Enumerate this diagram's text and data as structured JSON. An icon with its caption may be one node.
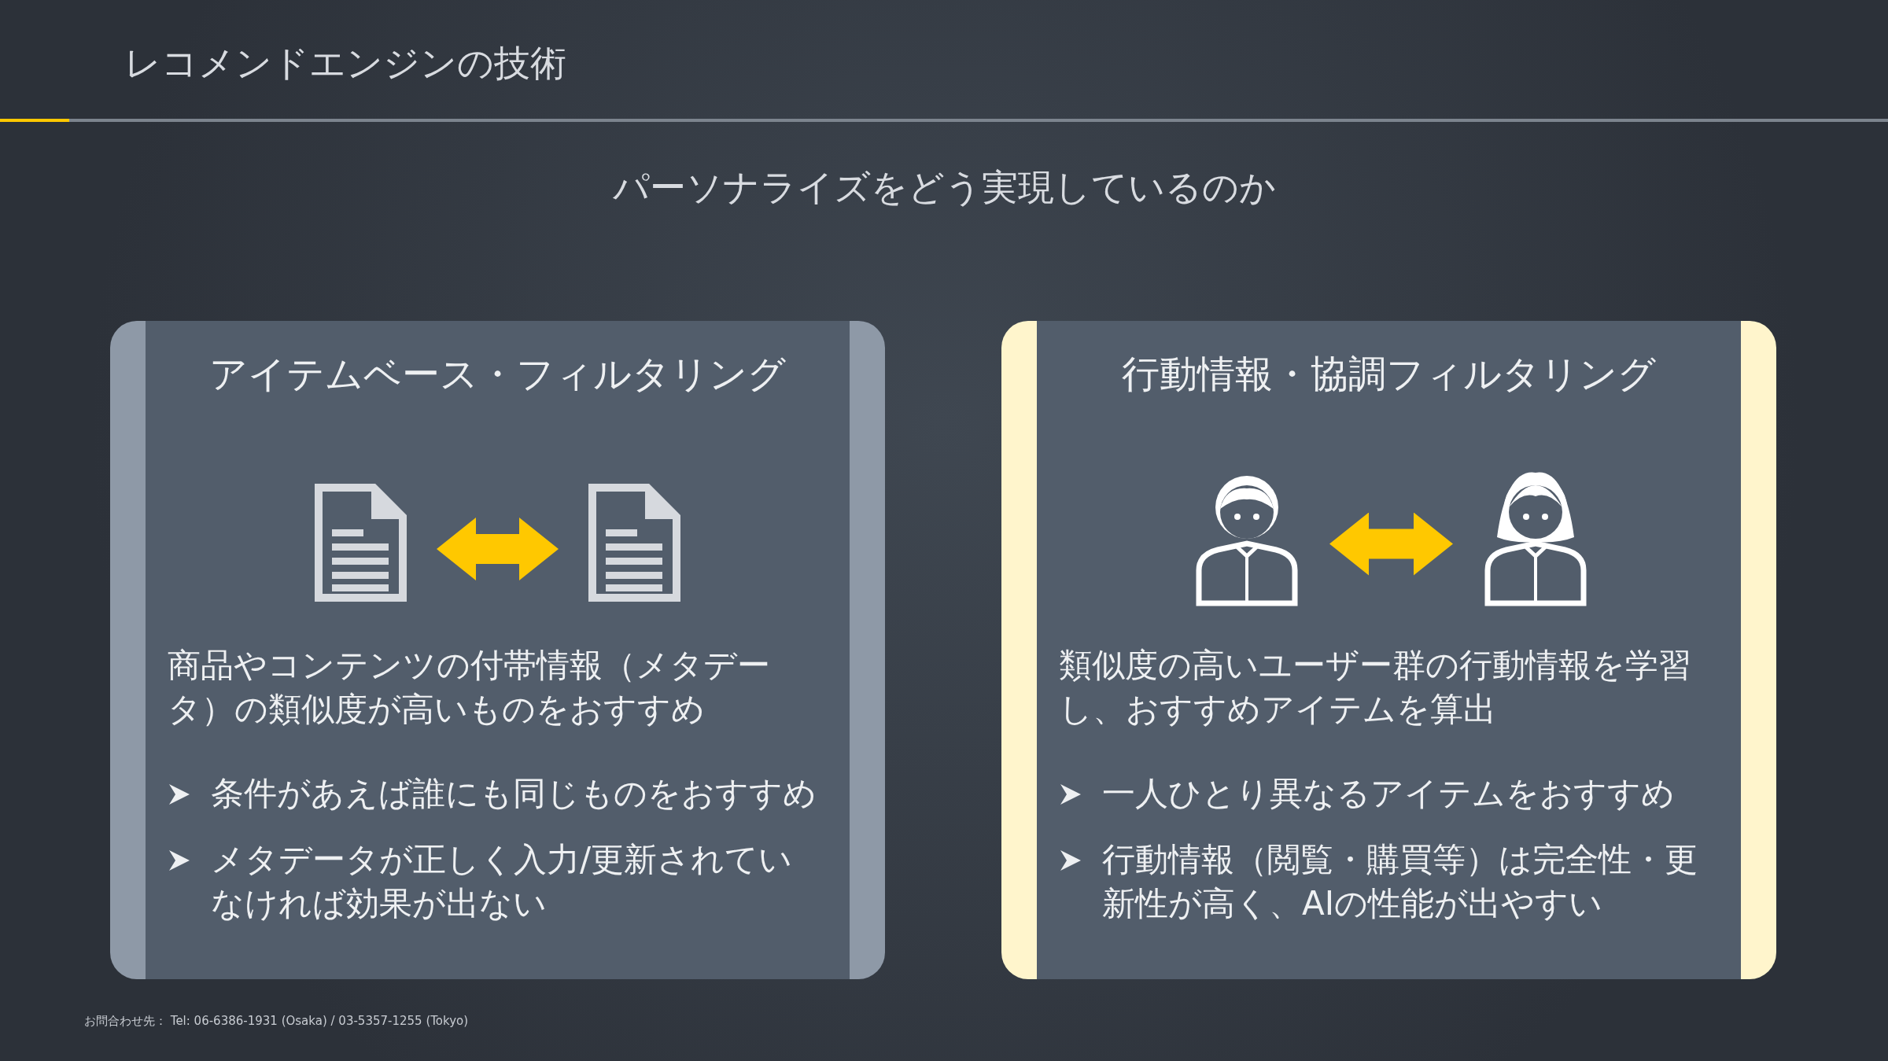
{
  "diagram": {
    "title": "レコメンドエンジンの技術",
    "nodes": [
      {
        "text": [
          "アイテムベース・フィルタリング",
          "商品やコンテンツの付帯情報（メタデータ）の類似度が高いものをおすすめ",
          "条件があえば誰にも同じものをおすすめ",
          "メタデータが正しく入力/更新されていなければ効果が出ない"
        ]
      },
      {
        "text": [],
        "shape": "document",
        "in": 0
      },
      {
        "text": [],
        "shape": "document",
        "in": 0
      },
      {
        "text": [
          "行動情報・協調フィルタリング",
          "類似度の高いユーザー群の行動情報を学習し、おすすめアイテムを算出",
          "一人ひとり異なるアイテムをおすすめ",
          "行動情報（閲覧・購買等）は完全性・更新性が高く、AIの性能が出やすい"
        ]
      },
      {
        "text": [],
        "shape": "person",
        "in": 3
      },
      {
        "text": [],
        "shape": "person",
        "in": 3
      }
    ],
    "edges": [
      {
        "from": 1,
        "to": 2,
        "arrow": "both",
        "color": "#ffc800"
      },
      {
        "from": 4,
        "to": 5,
        "arrow": "both",
        "color": "#ffc800"
      }
    ],
    "labels": [
      "パーソナライズをどう実現しているのか",
      "お問合わせ先： Tel: 06-6386-1931 (Osaka) / 03-5357-1255 (Tokyo)"
    ]
  }
}
